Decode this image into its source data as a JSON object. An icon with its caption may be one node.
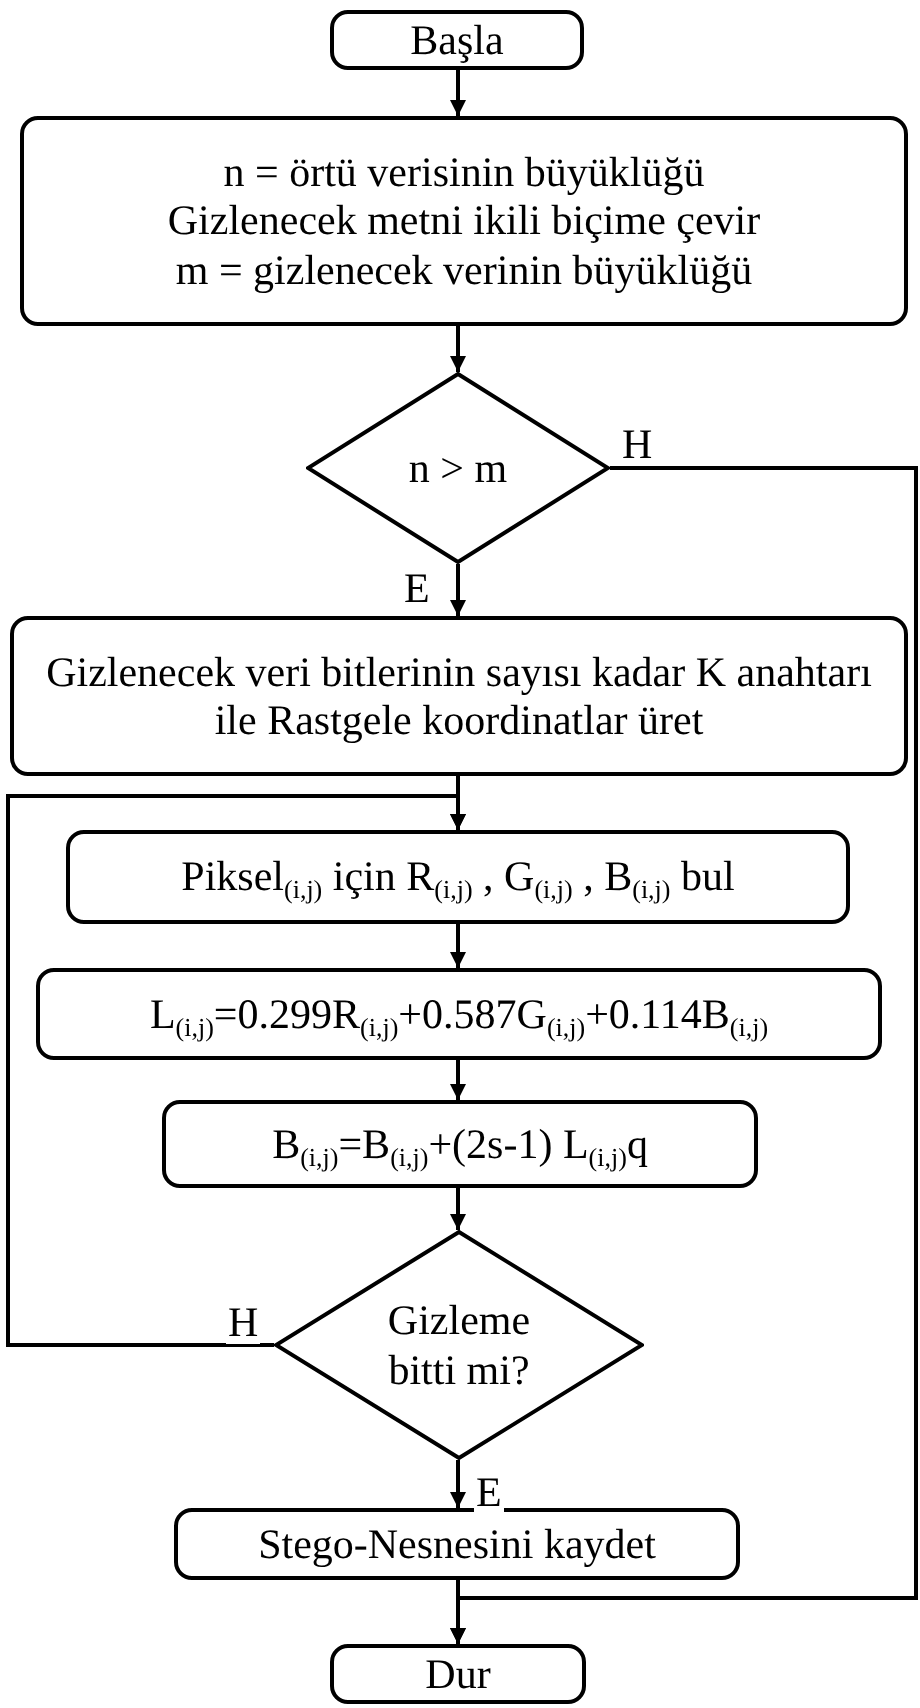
{
  "diagram": {
    "nodes": [
      {
        "text": [
          "Başla"
        ]
      },
      {
        "text": [
          "n = örtü verisinin büyüklüğü",
          "Gizlenecek metni ikili biçime çevir",
          "m = gizlenecek verinin büyüklüğü"
        ]
      },
      {
        "text": [
          "n > m"
        ]
      },
      {
        "text": [
          "Gizlenecek veri bitlerinin sayısı kadar K anahtarı ile Rastgele koordinatlar üret"
        ]
      },
      {
        "text": [
          "Piksel$_{(i,j)}$ için R$_{(i,j)}$ , G$_{(i,j)}$ , B$_{(i,j)}$ bul"
        ]
      },
      {
        "text": [
          "L$_{(i,j)}$=0.299R$_{(i,j)}$+0.587G$_{(i,j)}$+0.114B$_{(i,j)}$"
        ]
      },
      {
        "text": [
          "B$_{(i,j)}$=B$_{(i,j)}$+(2s-1) L$_{(i,j)}$q"
        ]
      },
      {
        "text": [
          "Gizleme bitti mi?"
        ]
      },
      {
        "text": [
          "Stego-Nesnesini kaydet"
        ]
      },
      {
        "text": [
          "Dur"
        ]
      }
    ],
    "edges": [
      {
        "from": 0,
        "to": 1,
        "arrow": "to"
      },
      {
        "from": 1,
        "to": 2,
        "arrow": "to"
      },
      {
        "from": 2,
        "to": 3,
        "arrow": "to",
        "label": "E"
      },
      {
        "from": 3,
        "to": 4,
        "arrow": "to"
      },
      {
        "from": 4,
        "to": 5,
        "arrow": "to"
      },
      {
        "from": 5,
        "to": 6,
        "arrow": "to"
      },
      {
        "from": 6,
        "to": 7,
        "arrow": "to"
      },
      {
        "from": 7,
        "to": 4,
        "arrow": "to",
        "label": "H"
      },
      {
        "from": 7,
        "to": 8,
        "arrow": "to",
        "label": "E"
      },
      {
        "from": 8,
        "to": 9,
        "arrow": "to"
      },
      {
        "from": 2,
        "to": 9,
        "arrow": "to",
        "label": "H"
      }
    ]
  }
}
